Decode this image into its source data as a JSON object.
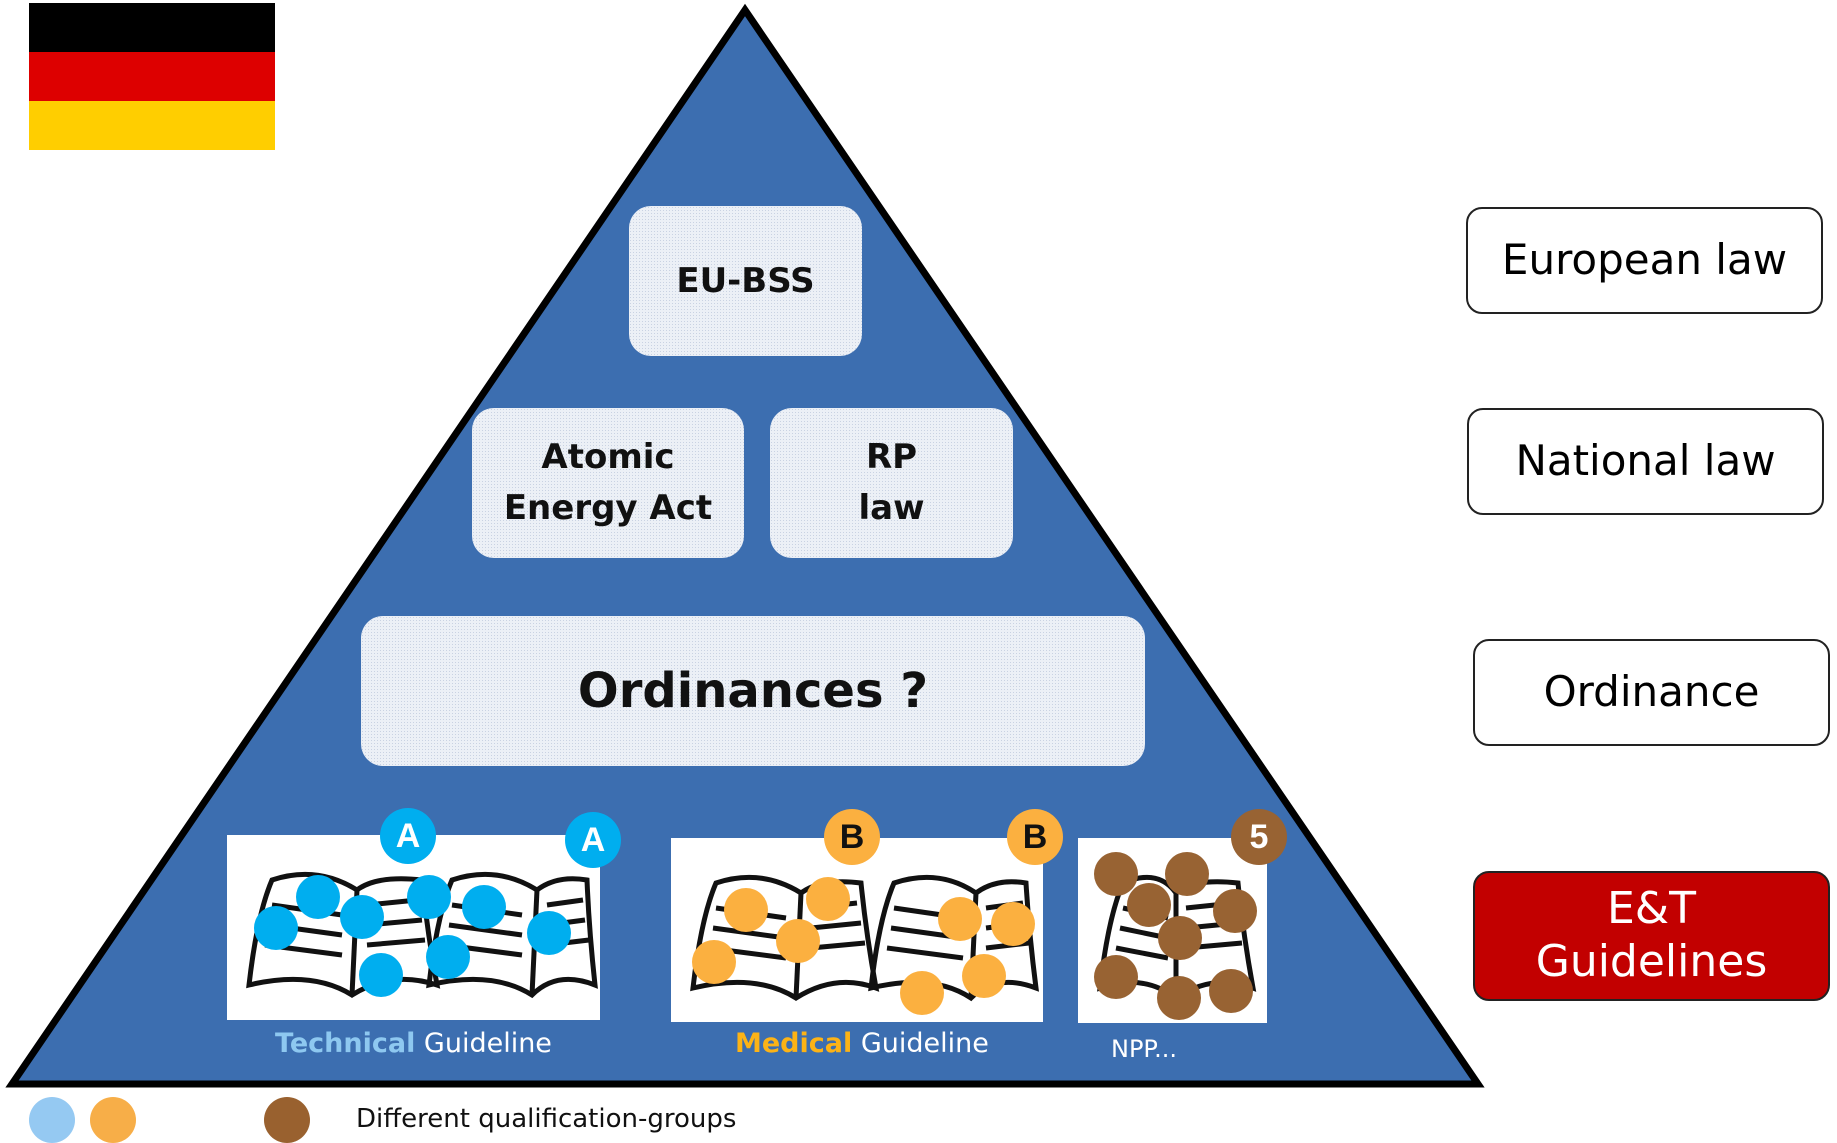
{
  "colors": {
    "triangle": "#3c6eb0",
    "flag": [
      "#000000",
      "#dd0000",
      "#ffce00"
    ],
    "technical_dot": "#00aeef",
    "medical_dot": "#fbb040",
    "npp_dot": "#986333",
    "technical_label": "#8ec8f0",
    "medical_label": "#fcb316",
    "legend_light_blue": "#95c9f2",
    "legend_orange": "#f7ae48",
    "legend_brown": "#99612f",
    "guidelines_box": "#c20000"
  },
  "pyramid": {
    "eu_bss": "EU-BSS",
    "atomic_line1": "Atomic",
    "atomic_line2": "Energy Act",
    "rp_line1": "RP",
    "rp_line2": "law",
    "ordinances": "Ordinances ?"
  },
  "side_labels": {
    "european": "European law",
    "national": "National law",
    "ordinance": "Ordinance",
    "guidelines_line1": "E&T",
    "guidelines_line2": "Guidelines"
  },
  "badges": {
    "technical": "A",
    "medical": "B",
    "npp": "5"
  },
  "captions": {
    "technical_word": "Technical",
    "technical_rest": " Guideline",
    "medical_word": "Medical",
    "medical_rest": " Guideline",
    "npp": "NPP..."
  },
  "legend": {
    "text": "Different qualification-groups"
  }
}
